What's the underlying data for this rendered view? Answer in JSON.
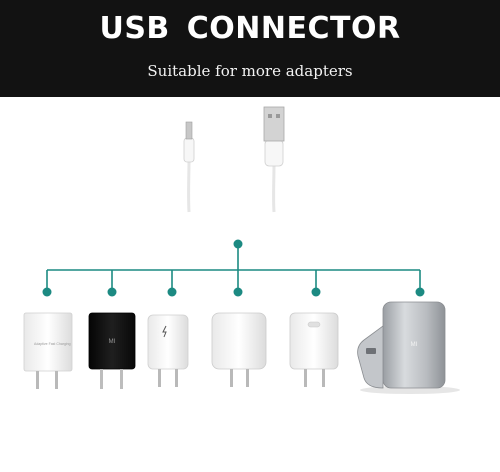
{
  "header": {
    "title": "USB CONNECTOR",
    "subtitle": "Suitable for more adapters"
  },
  "colors": {
    "banner": "#121212",
    "connector_line": "#1c8a82",
    "dot": "#1c8a82"
  },
  "adapters": [
    {
      "name": "samsung-white-adapter",
      "brand_text": "Adaptive Fast Charging"
    },
    {
      "name": "xiaomi-black-adapter",
      "brand_text": "MI"
    },
    {
      "name": "samsung-fast-charge-adapter",
      "brand_text": ""
    },
    {
      "name": "square-white-adapter",
      "brand_text": ""
    },
    {
      "name": "rounded-white-adapter",
      "brand_text": ""
    },
    {
      "name": "xiaomi-power-bank",
      "brand_text": "MI"
    }
  ]
}
